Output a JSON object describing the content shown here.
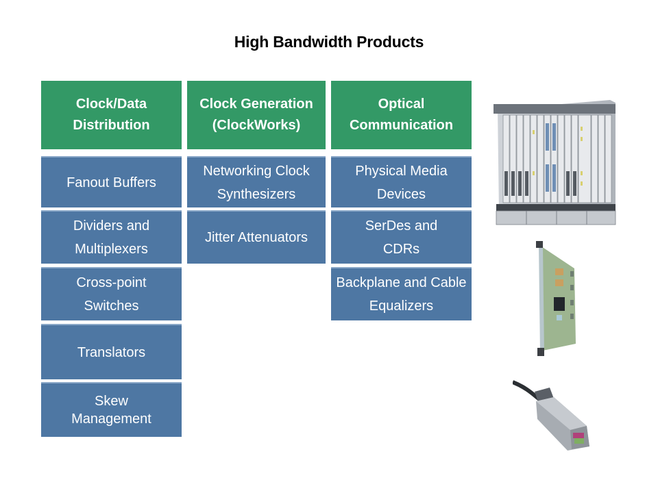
{
  "title": "High Bandwidth Products",
  "columns": [
    {
      "header": "Clock/Data Distribution",
      "items": [
        "Fanout Buffers",
        "Dividers and Multiplexers",
        "Cross-point Switches",
        "Translators",
        "Skew Management"
      ]
    },
    {
      "header": "Clock Generation (ClockWorks)",
      "items": [
        "Networking Clock Synthesizers",
        "Jitter Attenuators"
      ]
    },
    {
      "header": "Optical Communication",
      "items": [
        "Physical Media Devices",
        "SerDes and CDRs",
        "Backplane and Cable Equalizers"
      ]
    }
  ],
  "images": [
    "telecom-chassis",
    "circuit-board-card",
    "sfp-cable-module"
  ],
  "colors": {
    "header_green": "#339966",
    "item_blue": "#4e77a3"
  }
}
